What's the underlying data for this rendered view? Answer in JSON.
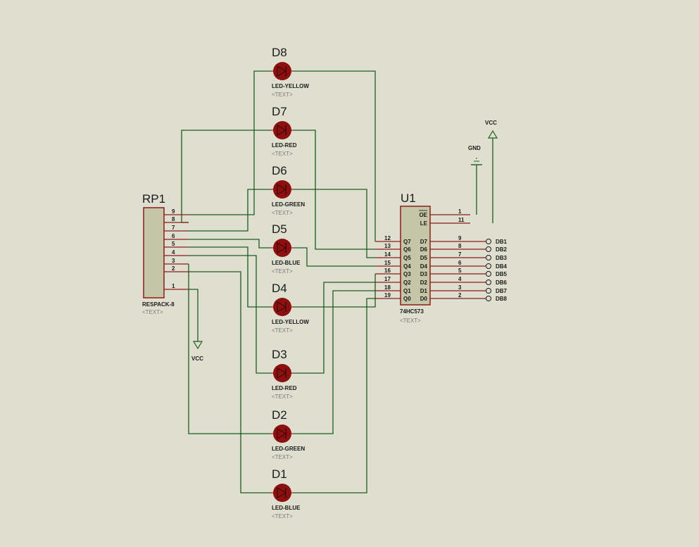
{
  "leds": [
    {
      "ref": "D8",
      "value": "LED-YELLOW",
      "text": "<TEXT>"
    },
    {
      "ref": "D7",
      "value": "LED-RED",
      "text": "<TEXT>"
    },
    {
      "ref": "D6",
      "value": "LED-GREEN",
      "text": "<TEXT>"
    },
    {
      "ref": "D5",
      "value": "LED-BLUE",
      "text": "<TEXT>"
    },
    {
      "ref": "D4",
      "value": "LED-YELLOW",
      "text": "<TEXT>"
    },
    {
      "ref": "D3",
      "value": "LED-RED",
      "text": "<TEXT>"
    },
    {
      "ref": "D2",
      "value": "LED-GREEN",
      "text": "<TEXT>"
    },
    {
      "ref": "D1",
      "value": "LED-BLUE",
      "text": "<TEXT>"
    }
  ],
  "rp1": {
    "ref": "RP1",
    "value": "RESPACK-8",
    "text": "<TEXT>",
    "pins": [
      "9",
      "8",
      "7",
      "6",
      "5",
      "4",
      "3",
      "2",
      "1"
    ]
  },
  "u1": {
    "ref": "U1",
    "value": "74HC573",
    "text": "<TEXT>",
    "control_pins": [
      {
        "num": "1",
        "name": "OE"
      },
      {
        "num": "11",
        "name": "LE"
      }
    ],
    "left_pins": [
      {
        "num": "12",
        "name": "Q7"
      },
      {
        "num": "13",
        "name": "Q6"
      },
      {
        "num": "14",
        "name": "Q5"
      },
      {
        "num": "15",
        "name": "Q4"
      },
      {
        "num": "16",
        "name": "Q3"
      },
      {
        "num": "17",
        "name": "Q2"
      },
      {
        "num": "18",
        "name": "Q1"
      },
      {
        "num": "19",
        "name": "Q0"
      }
    ],
    "right_pins": [
      {
        "num": "9",
        "name": "D7",
        "net": "DB1"
      },
      {
        "num": "8",
        "name": "D6",
        "net": "DB2"
      },
      {
        "num": "7",
        "name": "D5",
        "net": "DB3"
      },
      {
        "num": "6",
        "name": "D4",
        "net": "DB4"
      },
      {
        "num": "5",
        "name": "D3",
        "net": "DB5"
      },
      {
        "num": "4",
        "name": "D2",
        "net": "DB6"
      },
      {
        "num": "3",
        "name": "D1",
        "net": "DB7"
      },
      {
        "num": "2",
        "name": "D0",
        "net": "DB8"
      }
    ]
  },
  "power": {
    "vcc_top": "VCC",
    "gnd": "GND",
    "vcc_bottom": "VCC"
  },
  "colors": {
    "background": "#dfdfd0",
    "wire": "#1f5b1f",
    "component_outline": "#8e1b1b",
    "component_fill": "#c5c5a8",
    "led_body": "#8b1010"
  }
}
